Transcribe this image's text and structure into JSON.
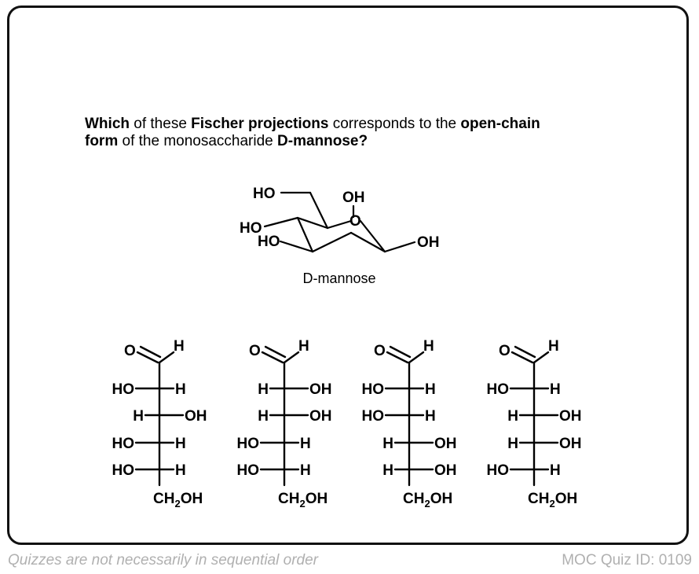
{
  "question": {
    "t1": "Which",
    "t2": " of these ",
    "t3": "Fischer projections",
    "t4": " corresponds to the ",
    "t5": "open-chain",
    "t6": "form",
    "t7": " of the monosaccharide ",
    "t8": "D-mannose?"
  },
  "haworth": {
    "label": "D-mannose",
    "ho_ch2": "HO",
    "oh_top": "OH",
    "ring_o": "O",
    "ho_left": "HO",
    "ho_low": "HO",
    "oh_right": "OH"
  },
  "fischer": [
    {
      "aldehyde_o": "O",
      "aldehyde_h": "H",
      "rows": [
        {
          "left": "HO",
          "right": "H"
        },
        {
          "left": "H",
          "right": "OH"
        },
        {
          "left": "HO",
          "right": "H"
        },
        {
          "left": "HO",
          "right": "H"
        }
      ],
      "bottom_main": "CH",
      "bottom_sub": "2",
      "bottom_end": "OH"
    },
    {
      "aldehyde_o": "O",
      "aldehyde_h": "H",
      "rows": [
        {
          "left": "H",
          "right": "OH"
        },
        {
          "left": "H",
          "right": "OH"
        },
        {
          "left": "HO",
          "right": "H"
        },
        {
          "left": "HO",
          "right": "H"
        }
      ],
      "bottom_main": "CH",
      "bottom_sub": "2",
      "bottom_end": "OH"
    },
    {
      "aldehyde_o": "O",
      "aldehyde_h": "H",
      "rows": [
        {
          "left": "HO",
          "right": "H"
        },
        {
          "left": "HO",
          "right": "H"
        },
        {
          "left": "H",
          "right": "OH"
        },
        {
          "left": "H",
          "right": "OH"
        }
      ],
      "bottom_main": "CH",
      "bottom_sub": "2",
      "bottom_end": "OH"
    },
    {
      "aldehyde_o": "O",
      "aldehyde_h": "H",
      "rows": [
        {
          "left": "HO",
          "right": "H"
        },
        {
          "left": "H",
          "right": "OH"
        },
        {
          "left": "H",
          "right": "OH"
        },
        {
          "left": "HO",
          "right": "H"
        }
      ],
      "bottom_main": "CH",
      "bottom_sub": "2",
      "bottom_end": "OH"
    }
  ],
  "footer": {
    "left": "Quizzes are not necessarily in sequential order",
    "right": "MOC Quiz ID: 0109"
  }
}
